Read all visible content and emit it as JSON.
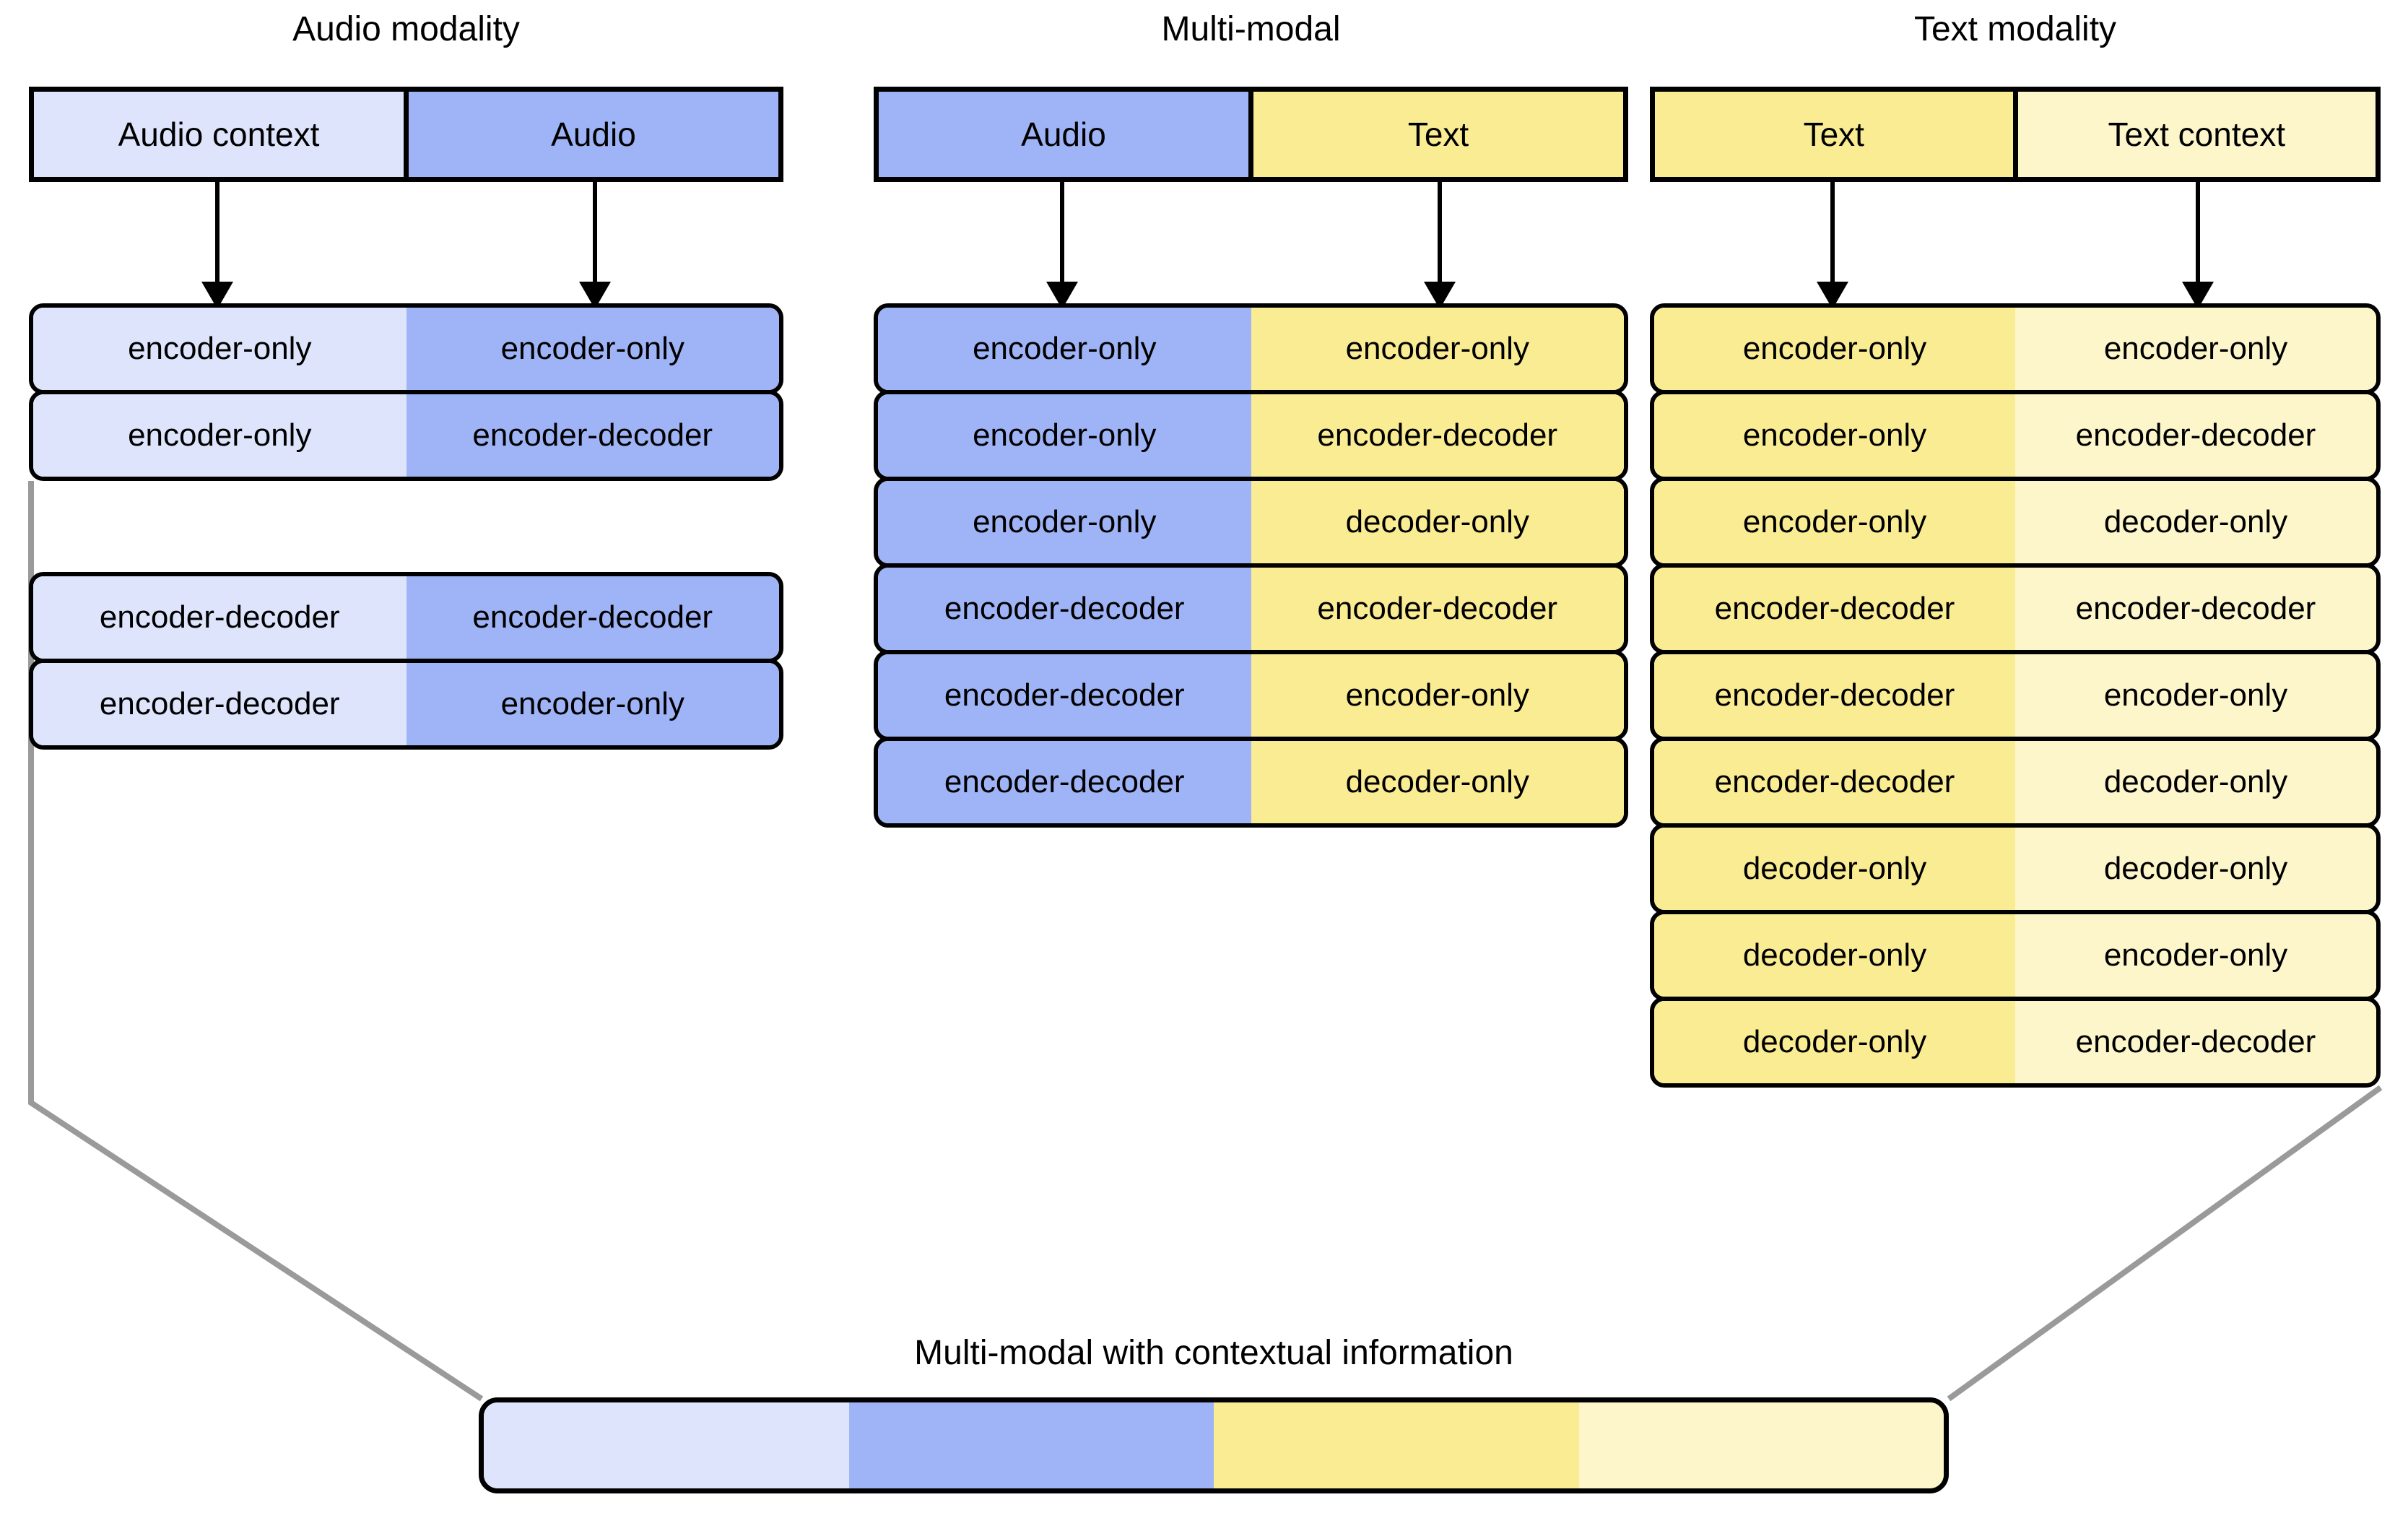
{
  "palette": {
    "audio_context": "#DDE4FB",
    "audio": "#9FB4F6",
    "text": "#FAEC92",
    "text_context": "#FDF6CA",
    "connector_gray": "#9A9A9A",
    "outline_black": "#000000"
  },
  "columns": [
    {
      "id": "audio",
      "title": "Audio modality",
      "header": {
        "left": {
          "label": "Audio context",
          "color_key": "audio_context"
        },
        "right": {
          "label": "Audio",
          "color_key": "audio"
        }
      },
      "row_groups": [
        [
          {
            "left": "encoder-only",
            "right": "encoder-only"
          },
          {
            "left": "encoder-only",
            "right": "encoder-decoder"
          }
        ],
        [
          {
            "left": "encoder-decoder",
            "right": "encoder-decoder"
          },
          {
            "left": "encoder-decoder",
            "right": "encoder-only"
          }
        ]
      ]
    },
    {
      "id": "multimodal",
      "title": "Multi-modal",
      "header": {
        "left": {
          "label": "Audio",
          "color_key": "audio"
        },
        "right": {
          "label": "Text",
          "color_key": "text"
        }
      },
      "row_groups": [
        [
          {
            "left": "encoder-only",
            "right": "encoder-only"
          },
          {
            "left": "encoder-only",
            "right": "encoder-decoder"
          },
          {
            "left": "encoder-only",
            "right": "decoder-only"
          },
          {
            "left": "encoder-decoder",
            "right": "encoder-decoder"
          },
          {
            "left": "encoder-decoder",
            "right": "encoder-only"
          },
          {
            "left": "encoder-decoder",
            "right": "decoder-only"
          }
        ]
      ]
    },
    {
      "id": "text",
      "title": "Text modality",
      "header": {
        "left": {
          "label": "Text",
          "color_key": "text"
        },
        "right": {
          "label": "Text context",
          "color_key": "text_context"
        }
      },
      "row_groups": [
        [
          {
            "left": "encoder-only",
            "right": "encoder-only"
          },
          {
            "left": "encoder-only",
            "right": "encoder-decoder"
          },
          {
            "left": "encoder-only",
            "right": "decoder-only"
          },
          {
            "left": "encoder-decoder",
            "right": "encoder-decoder"
          },
          {
            "left": "encoder-decoder",
            "right": "encoder-only"
          },
          {
            "left": "encoder-decoder",
            "right": "decoder-only"
          },
          {
            "left": "decoder-only",
            "right": "decoder-only"
          },
          {
            "left": "decoder-only",
            "right": "encoder-only"
          },
          {
            "left": "decoder-only",
            "right": "encoder-decoder"
          }
        ]
      ]
    }
  ],
  "bottom": {
    "title": "Multi-modal with contextual information",
    "segments": [
      {
        "name": "audio-context-segment",
        "color_key": "audio_context"
      },
      {
        "name": "audio-segment",
        "color_key": "audio"
      },
      {
        "name": "text-segment",
        "color_key": "text"
      },
      {
        "name": "text-context-segment",
        "color_key": "text_context"
      }
    ]
  }
}
